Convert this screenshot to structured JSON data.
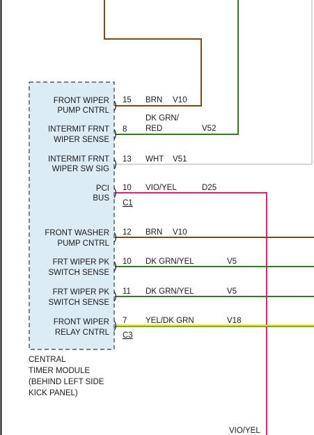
{
  "colors": {
    "brn": "#7a4a10",
    "dk_grn": "#2f7d1e",
    "white_wire": "#c8c8c8",
    "vio_yel": "#e0207a",
    "yel_dk_grn_a": "#d9d400",
    "yel_dk_grn_b": "#3a8a2a",
    "module_fill": "#dcecf4",
    "module_border": "#2a3a5a",
    "text": "#1a1a1a"
  },
  "module": {
    "name_lines": [
      "CENTRAL",
      "TIMER MODULE",
      "(BEHIND LEFT SIDE",
      "KICK PANEL)"
    ]
  },
  "pins": [
    {
      "label_lines": [
        "FRONT WIPER",
        "PUMP CNTRL"
      ],
      "pin": "15",
      "wire_color": "BRN",
      "circuit": "V10",
      "connector": ""
    },
    {
      "label_lines": [
        "INTERMIT FRNT",
        "WIPER SENSE"
      ],
      "pin": "8",
      "wire_color": "DK GRN/\nRED",
      "circuit": "V52",
      "connector": ""
    },
    {
      "label_lines": [
        "INTERMIT FRNT",
        "WIPER SW SIG"
      ],
      "pin": "13",
      "wire_color": "WHT",
      "circuit": "V51",
      "connector": ""
    },
    {
      "label_lines": [
        "PCI",
        "BUS"
      ],
      "pin": "10",
      "wire_color": "VIO/YEL",
      "circuit": "D25",
      "connector": "C1"
    },
    {
      "label_lines": [
        "FRONT WASHER",
        "PUMP CNTRL"
      ],
      "pin": "12",
      "wire_color": "BRN",
      "circuit": "V10",
      "connector": ""
    },
    {
      "label_lines": [
        "FRT WIPER PK",
        "SWITCH SENSE"
      ],
      "pin": "10",
      "wire_color": "DK GRN/YEL",
      "circuit": "V5",
      "connector": ""
    },
    {
      "label_lines": [
        "FRT WIPER PK",
        "SWITCH SENSE"
      ],
      "pin": "11",
      "wire_color": "DK GRN/YEL",
      "circuit": "V5",
      "connector": ""
    },
    {
      "label_lines": [
        "FRONT WIPER",
        "RELAY CNTRL"
      ],
      "pin": "7",
      "wire_color": "YEL/DK GRN",
      "circuit": "V18",
      "connector": "C3"
    }
  ],
  "bottom_wire_label": "VIO/YEL"
}
